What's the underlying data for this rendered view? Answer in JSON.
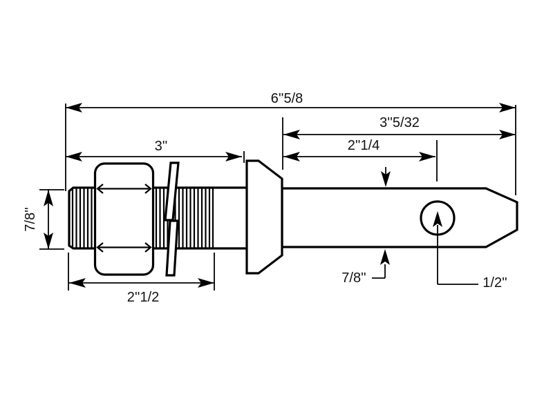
{
  "diagram": {
    "dimensions": {
      "overall_length": "6''5/8",
      "shoulder_to_tip": "3''5/32",
      "shoulder_to_hole": "2''1/4",
      "thread_section_length": "3''",
      "thread_diameter": "7/8''",
      "nut_thread_length": "2''1/2",
      "pin_diameter": "7/8''",
      "hole_diameter": "1/2''"
    },
    "colors": {
      "line": "#000000",
      "background": "#ffffff"
    }
  }
}
